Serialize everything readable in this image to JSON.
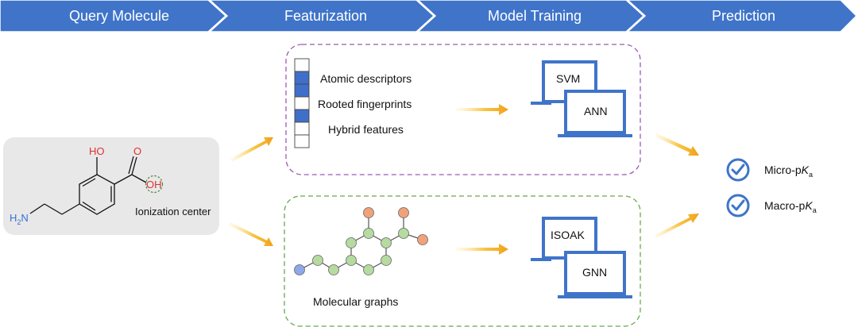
{
  "header": {
    "steps": [
      {
        "label": "Query Molecule"
      },
      {
        "label": "Featurization"
      },
      {
        "label": "Model Training"
      },
      {
        "label": "Prediction"
      }
    ],
    "color": "#3f74c9"
  },
  "molecule": {
    "labels": {
      "ho": "HO",
      "o": "O",
      "oh": "OH",
      "amine": "H",
      "amine_sub": "2",
      "amine_n": "N"
    },
    "ionization_label": "Ionization center",
    "panel_color": "#e8e8e8"
  },
  "descriptors": {
    "items": [
      "Atomic descriptors",
      "Rooted fingerprints",
      "Hybrid features"
    ],
    "bar_fill": [
      false,
      true,
      true,
      false,
      true,
      false,
      false
    ],
    "border_color": "#9b59b6"
  },
  "graphs": {
    "label": "Molecular graphs",
    "border_color": "#6aa84f"
  },
  "models": {
    "top": [
      "SVM",
      "ANN"
    ],
    "bottom": [
      "ISOAK",
      "GNN"
    ],
    "color": "#3f74c9"
  },
  "prediction": {
    "items": [
      {
        "base": "Micro-p",
        "k": "K",
        "sub": "a"
      },
      {
        "base": "Macro-p",
        "k": "K",
        "sub": "a"
      }
    ],
    "check_color": "#3f74c9"
  },
  "arrow_color": "#f2a81d"
}
